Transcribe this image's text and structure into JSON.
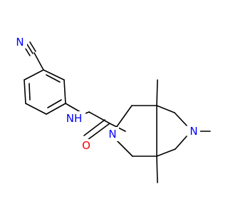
{
  "molecule": {
    "atoms": {
      "nitrile_n": "N",
      "amine_nh": "NH",
      "amide_o": "O",
      "ring_n_left": "N",
      "ring_n_right": "N"
    },
    "methyl_labels": [],
    "colors": {
      "nitrogen": "#0000ff",
      "oxygen": "#ff0000",
      "carbon_bond": "#000000",
      "background": "#ffffff"
    }
  }
}
